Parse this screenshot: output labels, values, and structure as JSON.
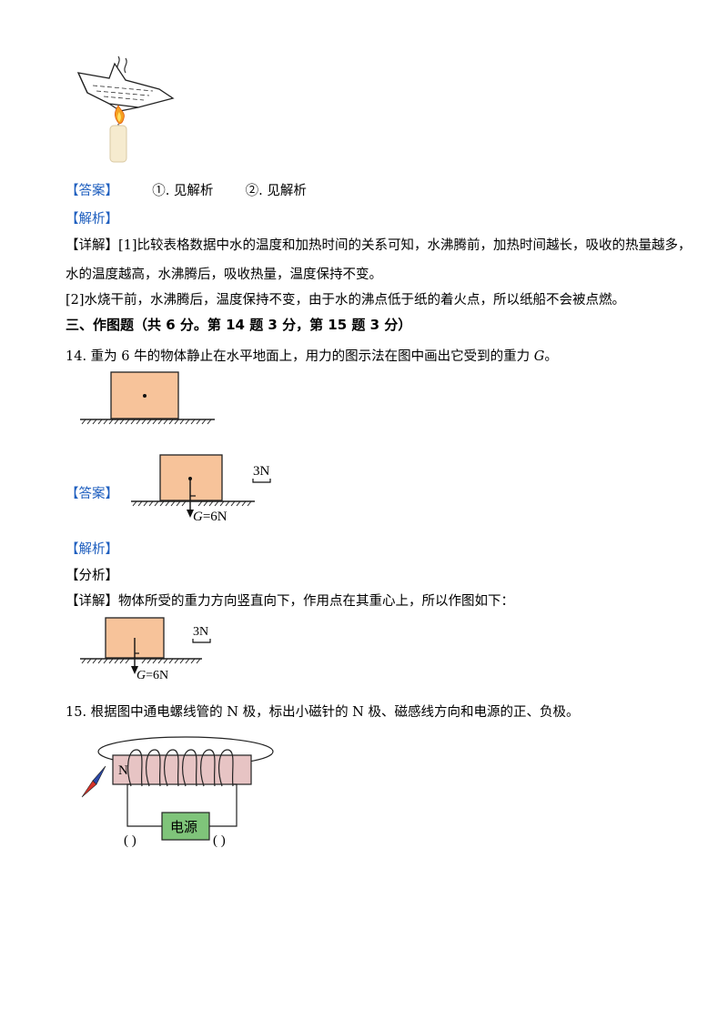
{
  "q13": {
    "answer_tag": "【答案】",
    "answer_1": "①. 见解析",
    "answer_2": "②. 见解析",
    "analysis_tag": "【解析】",
    "detail_tag": "【详解】",
    "detail_line1": "[1]比较表格数据中水的温度和加热时间的关系可知，水沸腾前，加热时间越长，吸收的热量越多，",
    "detail_line2": "水的温度越高，水沸腾后，吸收热量，温度保持不变。",
    "detail_line3": "[2]水烧干前，水沸腾后，温度保持不变，由于水的沸点低于纸的着火点，所以纸船不会被点燃。"
  },
  "section3": {
    "title": "三、作图题（共 6 分。第 14 题 3 分，第 15 题 3 分）"
  },
  "q14": {
    "question_pre": "14.  重为 6 牛的物体静止在水平地面上，用力的图示法在图中画出它受到的重力 ",
    "question_var": "G",
    "question_post": "。",
    "answer_tag": "【答案】",
    "analysis_tag": "【解析】",
    "fenxi_tag": "【分析】",
    "detail_tag": "【详解】",
    "detail_text": "物体所受的重力方向竖直向下，作用点在其重心上，所以作图如下：",
    "scale_label": "3N",
    "force_var": "G",
    "force_value": "=6N"
  },
  "q15": {
    "question": "15.  根据图中通电螺线管的 N 极，标出小磁针的 N 极、磁感线方向和电源的正、负极。",
    "pole_label": "N",
    "power_label": "电源",
    "paren_left": "(      )",
    "paren_right": "(      )"
  }
}
